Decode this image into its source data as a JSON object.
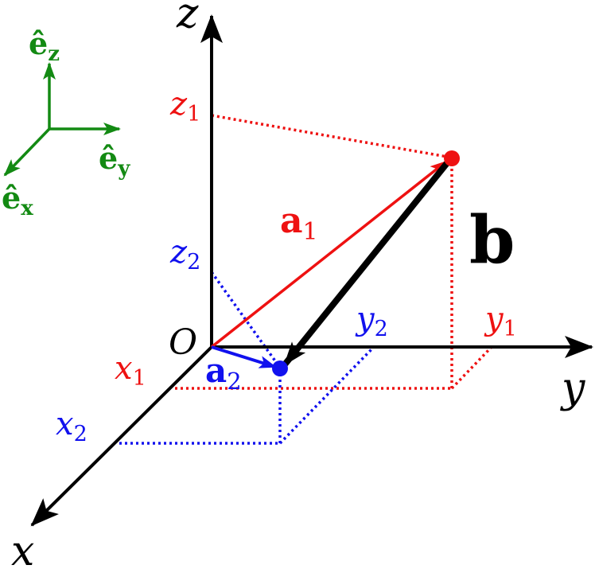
{
  "colors": {
    "axes": "#000000",
    "point1": "#ee1111",
    "point2": "#1111ee",
    "basis": "#138a13"
  },
  "axes": {
    "x": "x",
    "y": "y",
    "z": "z",
    "origin": "O"
  },
  "basis": {
    "ex": {
      "base": "ê",
      "sub": "x"
    },
    "ey": {
      "base": "ê",
      "sub": "y"
    },
    "ez": {
      "base": "ê",
      "sub": "z"
    }
  },
  "point1": {
    "x": {
      "base": "x",
      "sub": "1"
    },
    "y": {
      "base": "y",
      "sub": "1"
    },
    "z": {
      "base": "z",
      "sub": "1"
    },
    "vector": {
      "base": "a",
      "sub": "1"
    }
  },
  "point2": {
    "x": {
      "base": "x",
      "sub": "2"
    },
    "y": {
      "base": "y",
      "sub": "2"
    },
    "z": {
      "base": "z",
      "sub": "2"
    },
    "vector": {
      "base": "a",
      "sub": "2"
    }
  },
  "difference_vector": "b"
}
